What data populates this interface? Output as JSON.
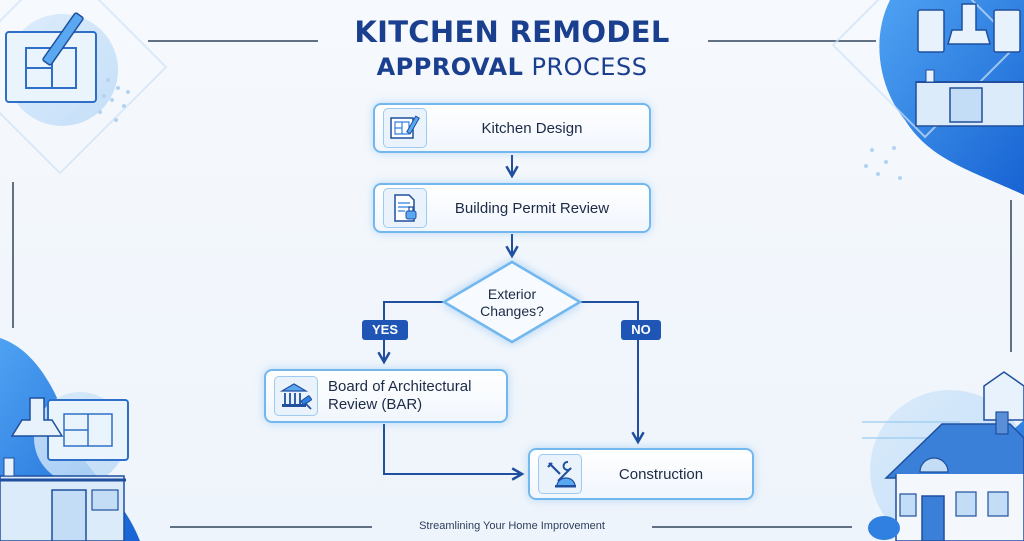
{
  "title": {
    "line1": "KITCHEN REMODEL",
    "line2_bold": "APPROVAL",
    "line2_rest": " PROCESS"
  },
  "steps": {
    "kitchen_design": {
      "label": "Kitchen Design",
      "icon": "blueprint-icon"
    },
    "permit_review": {
      "label": "Building Permit Review",
      "icon": "permit-document-icon"
    },
    "decision": {
      "line1": "Exterior",
      "line2": "Changes?"
    },
    "bar_review": {
      "line1": "Board of Architectural",
      "line2": "Review (BAR)",
      "icon": "courthouse-gavel-icon"
    },
    "construction": {
      "label": "Construction",
      "icon": "tools-hardhat-icon"
    }
  },
  "branches": {
    "yes": "YES",
    "no": "NO"
  },
  "footer": "Streamlining Your Home Improvement",
  "colors": {
    "title": "#1b3f8f",
    "box_border": "#72b8ee",
    "connector": "#1f4f9e",
    "badge": "#1f56b5",
    "accent_blue": "#2f80e0"
  }
}
